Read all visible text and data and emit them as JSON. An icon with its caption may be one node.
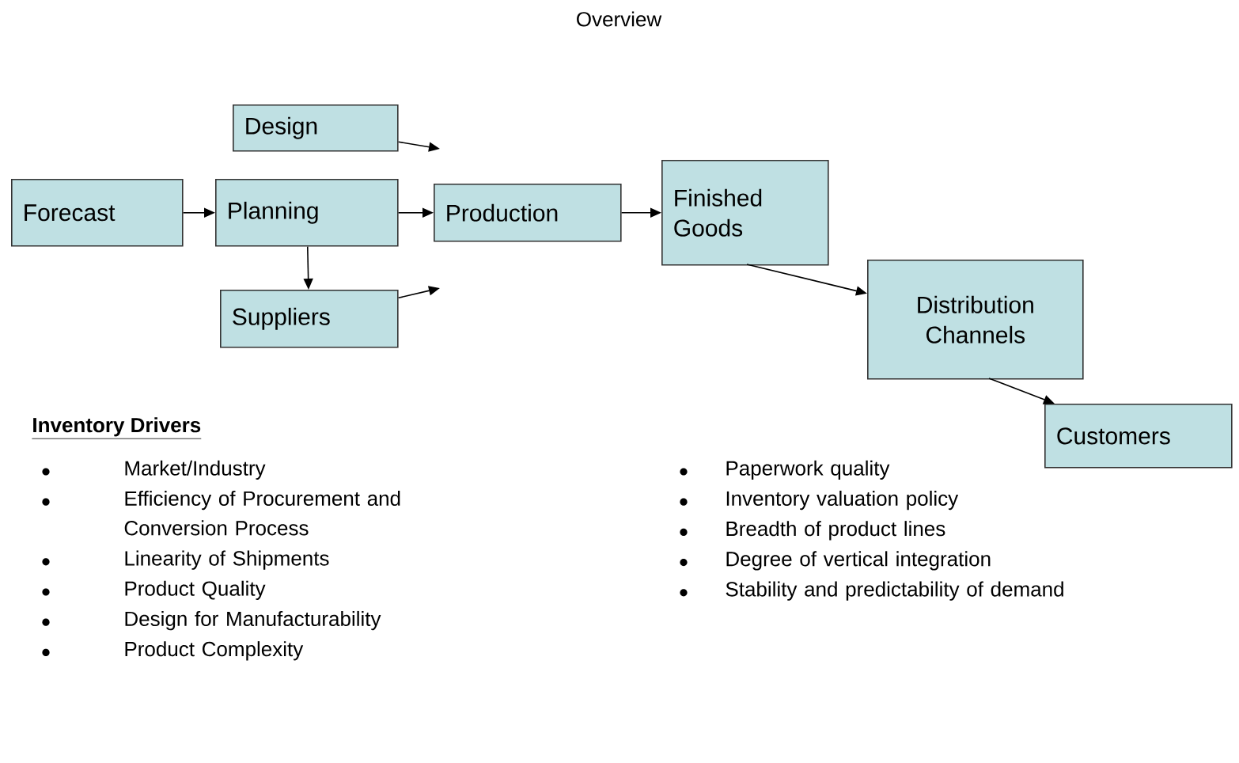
{
  "diagram": {
    "title": "Overview",
    "nodes": [
      {
        "text": [
          "Design"
        ]
      },
      {
        "text": [
          "Forecast"
        ]
      },
      {
        "text": [
          "Planning"
        ]
      },
      {
        "text": [
          "Production"
        ]
      },
      {
        "text": [
          "Finished Goods"
        ]
      },
      {
        "text": [
          "Suppliers"
        ]
      },
      {
        "text": [
          "Distribution Channels"
        ]
      },
      {
        "text": [
          "Customers"
        ]
      }
    ],
    "edges": [
      {
        "from": 1,
        "to": 2,
        "arrow": "to"
      },
      {
        "from": 2,
        "to": 3,
        "arrow": "to"
      },
      {
        "from": 2,
        "to": 5,
        "arrow": "to"
      },
      {
        "from": 0,
        "to": null,
        "arrow": "to"
      },
      {
        "from": 5,
        "to": null,
        "arrow": "to"
      },
      {
        "from": 3,
        "to": 4,
        "arrow": "to"
      },
      {
        "from": 4,
        "to": 6,
        "arrow": "to"
      },
      {
        "from": 6,
        "to": 7,
        "arrow": "to"
      }
    ],
    "labels": [
      "Inventory Drivers",
      "Market/Industry",
      "Efficiency of Procurement and Conversion Process",
      "Linearity of Shipments",
      "Product Quality",
      "Design for Manufacturability",
      "Product Complexity",
      "Paperwork quality",
      "Inventory valuation policy",
      "Breadth of product lines",
      "Degree of vertical integration",
      "Stability and predictability of demand"
    ]
  }
}
